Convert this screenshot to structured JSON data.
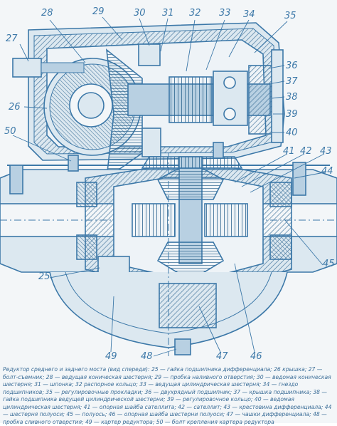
{
  "palette": {
    "ink": "#3c78a8",
    "body_fill": "#dce8f0",
    "hatch": "#4a7aa0",
    "shaft_fill": "#b8d0e2",
    "background": "#f3f6f8"
  },
  "callouts": [
    {
      "id": "c28",
      "text": "28"
    },
    {
      "id": "c29",
      "text": "29"
    },
    {
      "id": "c30",
      "text": "30"
    },
    {
      "id": "c31",
      "text": "31"
    },
    {
      "id": "c32",
      "text": "32"
    },
    {
      "id": "c33",
      "text": "33"
    },
    {
      "id": "c34",
      "text": "34"
    },
    {
      "id": "c35",
      "text": "35"
    },
    {
      "id": "c27",
      "text": "27"
    },
    {
      "id": "c36",
      "text": "36"
    },
    {
      "id": "c37",
      "text": "37"
    },
    {
      "id": "c38",
      "text": "38"
    },
    {
      "id": "c26",
      "text": "26"
    },
    {
      "id": "c39",
      "text": "39"
    },
    {
      "id": "c40",
      "text": "40"
    },
    {
      "id": "c50",
      "text": "50"
    },
    {
      "id": "c41",
      "text": "41"
    },
    {
      "id": "c42",
      "text": "42"
    },
    {
      "id": "c43",
      "text": "43"
    },
    {
      "id": "c44",
      "text": "44"
    },
    {
      "id": "c25",
      "text": "25"
    },
    {
      "id": "c45",
      "text": "45"
    },
    {
      "id": "c49",
      "text": "49"
    },
    {
      "id": "c47",
      "text": "47"
    },
    {
      "id": "c46",
      "text": "46"
    },
    {
      "id": "c48",
      "text": "48"
    }
  ],
  "caption": "Редуктор среднего и заднего моста (вид спереди): 25 — гайка подшипника дифференциала; 26 крышка; 27 — болт-съемник; 28 — ведущая коническая шестерня; 29 — пробка наливного отверстия; 30 — ведомая коническая шестерня; 31 — шпонка; 32 распорное кольцо; 33 — ведущая цилиндрическая шестерня; 34 — гнездо подшипников; 35 — регулировочные прокладки; 36 — двухрядный подшипник; 37 — крышка подшипника; 38 — гайка подшипника ведущей цилиндрической шестерни; 39 — регулировочное кольцо; 40 — ведомая цилиндрическая шестерня; 41 — опорная шайба сателлита; 42 — сателлит; 43 — крестовина дифференциала; 44 — шестерня полуоси; 45 — полуось; 46 — опорная шайба шестерни полуоси; 47 — чашки дифференциала; 48 — пробка сливного отверстия; 49 — картер редуктора; 50 — болт крепления картера редуктора"
}
